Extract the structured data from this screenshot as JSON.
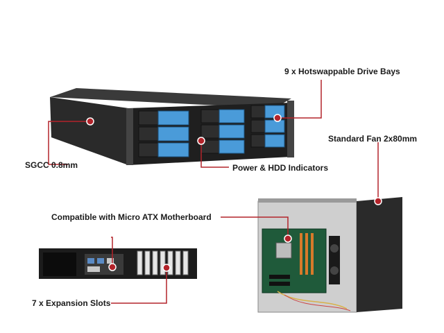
{
  "callouts": {
    "drive_bays": "9 x Hotswappable Drive Bays",
    "fan": "Standard Fan 2x80mm",
    "steel": "SGCC 0.8mm",
    "indicators": "Power & HDD Indicators",
    "motherboard": "Compatible with Micro ATX Motherboard",
    "expansion": "7 x Expansion Slots"
  },
  "colors": {
    "callout_line": "#b3232a",
    "chassis_dark": "#2b2b2b",
    "drive_tray_blue": "#4a9bd9",
    "interior_gray": "#bfbfbf"
  }
}
